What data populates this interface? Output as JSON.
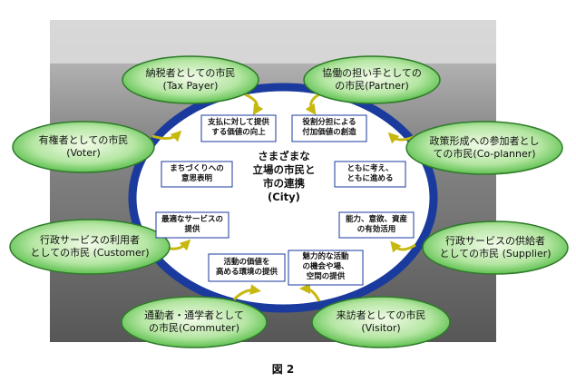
{
  "center": {
    "label": "さまざまな\n立場の市民と\n市の連携\n(City)"
  },
  "roles": [
    {
      "id": "tax-payer",
      "label": "納税者としての市民\n(Tax Payer)"
    },
    {
      "id": "partner",
      "label": "協働の担い手としての\nの市民(Partner)"
    },
    {
      "id": "voter",
      "label": "有権者としての市民\n(Voter)"
    },
    {
      "id": "co-planner",
      "label": "政策形成への参加者とし\nての市民(Co-planner)"
    },
    {
      "id": "customer",
      "label": "行政サービスの利用者\nとしての市民 (Customer)"
    },
    {
      "id": "supplier",
      "label": "行政サービスの供給者\nとしての市民 (Supplier)"
    },
    {
      "id": "commuter",
      "label": "通勤者・通学者として\nの市民(Commuter)"
    },
    {
      "id": "visitor",
      "label": "来訪者としての市民\n(Visitor)"
    }
  ],
  "links": [
    {
      "id": "payment",
      "label": "支払に対して提供\nする価値の向上"
    },
    {
      "id": "cost-share",
      "label": "役割分担による\n付加価値の創造"
    },
    {
      "id": "town",
      "label": "まちづくりへの\n意思表明"
    },
    {
      "id": "think",
      "label": "ともに考え、\nともに進める"
    },
    {
      "id": "service",
      "label": "最適なサービスの\n提供"
    },
    {
      "id": "ability",
      "label": "能力、意欲、資産\nの有効活用"
    },
    {
      "id": "activity",
      "label": "活動の価値を\n高める環境の提供"
    },
    {
      "id": "attractive",
      "label": "魅力的な活動\nの機会や場、\n空間の提供"
    }
  ],
  "caption": "図 2",
  "colors": {
    "panel": "#5f5f5f",
    "ring": "#1a3a9e",
    "inner": "#ffffff",
    "bubble_light": "#f2fbe8",
    "bubble_dark": "#49b83c",
    "bubble_stroke": "#2f7a2a",
    "box_fill": "#ffffff",
    "box_stroke": "#1a3a9e",
    "arrow": "#c7b80f"
  }
}
